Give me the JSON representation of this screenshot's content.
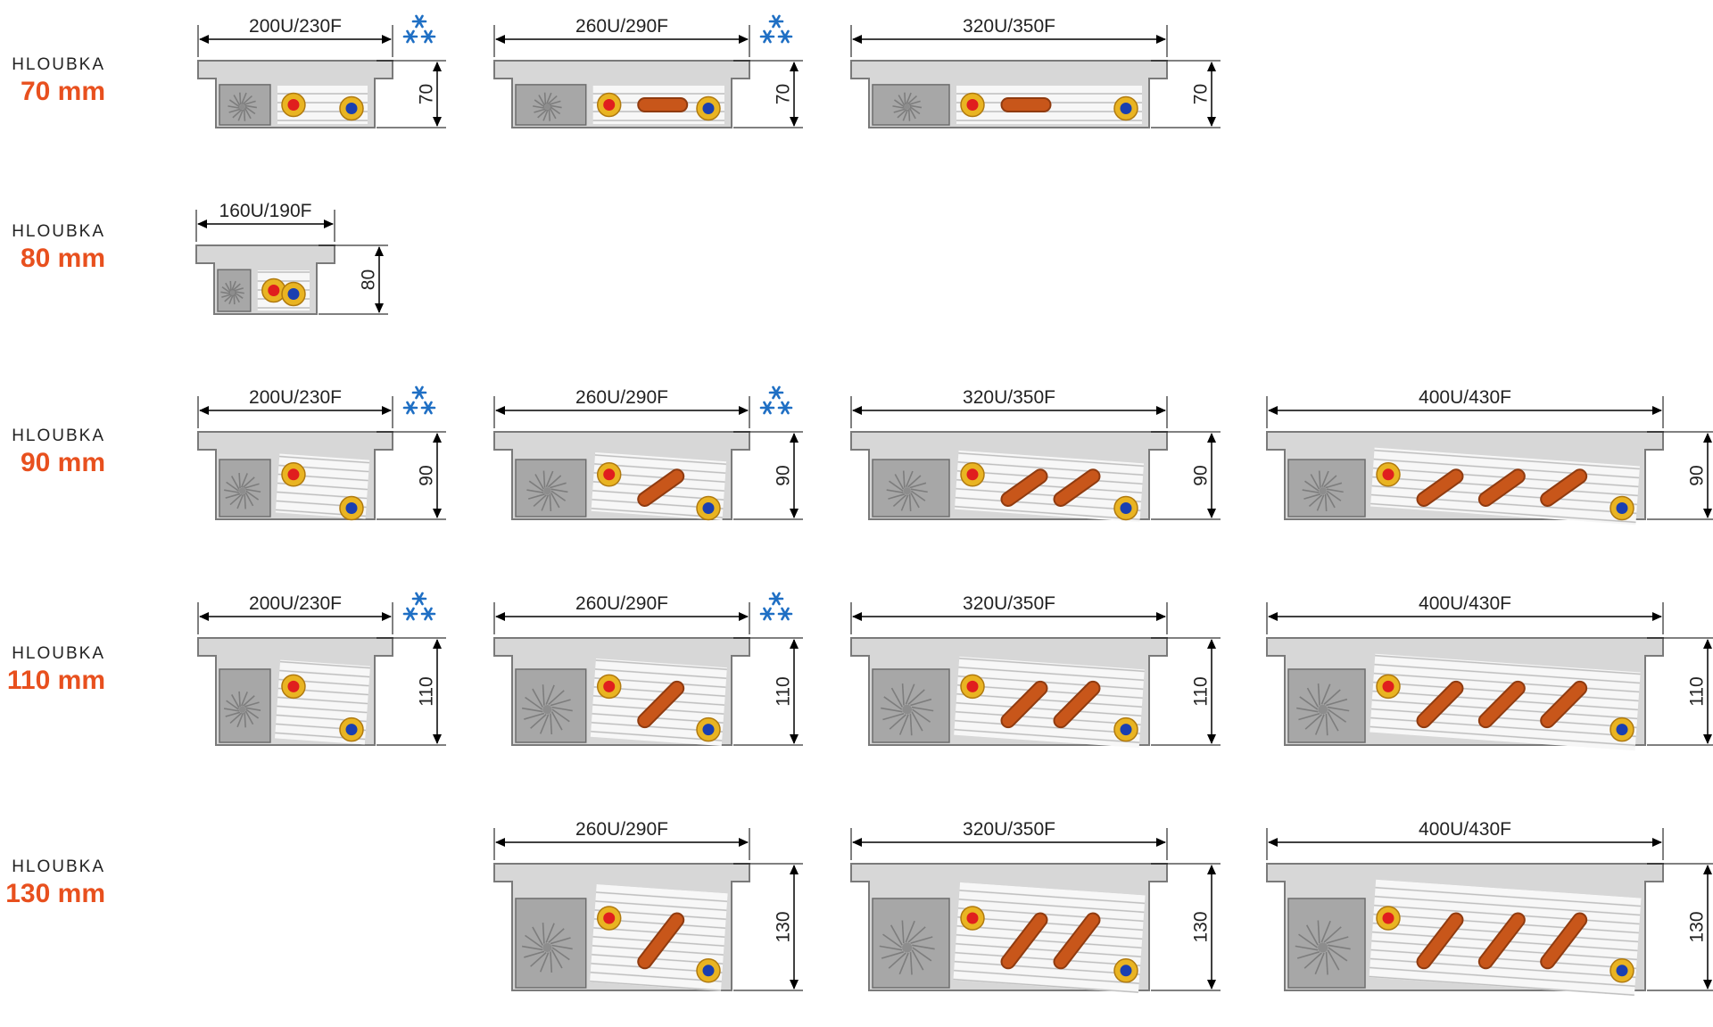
{
  "colors": {
    "accent": "#e8501e",
    "frame": "#d7d7d7",
    "frame_stroke": "#7a7a7a",
    "fan": "#a7a7a7",
    "snowflake": "#1f6fc4",
    "pipe": "#c8561a",
    "hot": "#e01e1e",
    "cold": "#1a3fb0",
    "fitting": "#e9b422"
  },
  "rows": [
    {
      "label": "HLOUBKA",
      "depth": "70 mm",
      "items": [
        {
          "width_label": "200U/230F",
          "height_label": "70",
          "snowflake": true
        },
        {
          "width_label": "260U/290F",
          "height_label": "70",
          "snowflake": true
        },
        {
          "width_label": "320U/350F",
          "height_label": "70",
          "snowflake": false
        }
      ]
    },
    {
      "label": "HLOUBKA",
      "depth": "80 mm",
      "items": [
        {
          "width_label": "160U/190F",
          "height_label": "80",
          "snowflake": false
        }
      ]
    },
    {
      "label": "HLOUBKA",
      "depth": "90 mm",
      "items": [
        {
          "width_label": "200U/230F",
          "height_label": "90",
          "snowflake": true
        },
        {
          "width_label": "260U/290F",
          "height_label": "90",
          "snowflake": true
        },
        {
          "width_label": "320U/350F",
          "height_label": "90",
          "snowflake": false
        },
        {
          "width_label": "400U/430F",
          "height_label": "90",
          "snowflake": false
        }
      ]
    },
    {
      "label": "HLOUBKA",
      "depth": "110 mm",
      "items": [
        {
          "width_label": "200U/230F",
          "height_label": "110",
          "snowflake": true
        },
        {
          "width_label": "260U/290F",
          "height_label": "110",
          "snowflake": true
        },
        {
          "width_label": "320U/350F",
          "height_label": "110",
          "snowflake": false
        },
        {
          "width_label": "400U/430F",
          "height_label": "110",
          "snowflake": false
        }
      ]
    },
    {
      "label": "HLOUBKA",
      "depth": "130 mm",
      "items": [
        {
          "width_label": "260U/290F",
          "height_label": "130",
          "snowflake": false
        },
        {
          "width_label": "320U/350F",
          "height_label": "130",
          "snowflake": false
        },
        {
          "width_label": "400U/430F",
          "height_label": "130",
          "snowflake": false
        }
      ]
    }
  ]
}
